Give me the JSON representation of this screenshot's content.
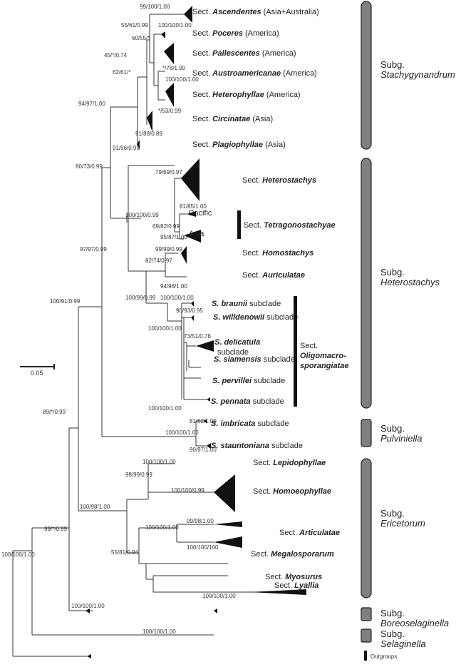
{
  "figure": {
    "type": "phylogenetic-tree",
    "scale_bar": {
      "label": "0.05"
    },
    "support_values": [
      "99/100/1.00",
      "100/100/1.00",
      "55/61/0.99",
      "60/55/*",
      "45/*/0.74",
      "*/78/1.00",
      "62/61/*",
      "100/100/1.00",
      "*/53/0.99",
      "94/97/1.00",
      "91/88/0.89",
      "91/96/0.99",
      "80/73/0.99",
      "79/69/0.97",
      "100/100/0.99",
      "81/85/1.00",
      "69/82/0.99",
      "95/87/1.00",
      "97/97/0.99",
      "99/99/0.99",
      "82/74/0.97",
      "100/100/1.00",
      "100/99/0.99",
      "94/96/1.00",
      "90/93/0.95",
      "100/100/1.00",
      "73/51/0.78",
      "100/100/1.00",
      "100/91/0.99",
      "81/82/1.00",
      "100/100/1.00",
      "90/97/1.00",
      "89/*/0.99",
      "100/100/1.00",
      "98/99/0.99",
      "100/100/0.99",
      "100/98/1.00",
      "99/98/1.00",
      "100/100/1.00",
      "100/100/100",
      "55/81/0.94",
      "100/100/1.00",
      "99/*/0.99",
      "100/100/1.00",
      "100/100/1.00",
      "100/100/1.00"
    ],
    "taxa": [
      {
        "prefix": "Sect.",
        "name": "Ascendentes",
        "suffix": "(Asia+Australia)"
      },
      {
        "prefix": "Sect.",
        "name": "Poceres",
        "suffix": "(America)"
      },
      {
        "prefix": "Sect.",
        "name": "Pallescentes",
        "suffix": "(America)"
      },
      {
        "prefix": "Sect.",
        "name": "Austroamericanae",
        "suffix": "(America)"
      },
      {
        "prefix": "Sect.",
        "name": "Heterophyllae",
        "suffix": "(America)"
      },
      {
        "prefix": "Sect.",
        "name": "Circinatae",
        "suffix": "(Asia)"
      },
      {
        "prefix": "Sect.",
        "name": "Plagiophyllae",
        "suffix": "(Asia)"
      },
      {
        "prefix": "Sect.",
        "name": "Heterostachys",
        "suffix": ""
      },
      {
        "prefix": "",
        "name": "Pacific",
        "suffix": "",
        "plain": true
      },
      {
        "prefix": "",
        "name": "Asia",
        "suffix": "",
        "plain": true
      },
      {
        "prefix": "Sect.",
        "name": "Homostachys",
        "suffix": ""
      },
      {
        "prefix": "Sect.",
        "name": "Auriculatae",
        "suffix": ""
      },
      {
        "prefix": "",
        "name": "S. braunii",
        "suffix": "subclade"
      },
      {
        "prefix": "",
        "name": "S. willdenowii",
        "suffix": "subclade"
      },
      {
        "prefix": "",
        "name": "S. delicatula",
        "suffix": "subclade"
      },
      {
        "prefix": "",
        "name": "S. siamensis",
        "suffix": "subclade"
      },
      {
        "prefix": "",
        "name": "S. pervillei",
        "suffix": "subclade"
      },
      {
        "prefix": "",
        "name": "S. pennata",
        "suffix": "subclade"
      },
      {
        "prefix": "",
        "name": "S. imbricata",
        "suffix": "subclade"
      },
      {
        "prefix": "",
        "name": "S. stauntoniana",
        "suffix": "subclade"
      },
      {
        "prefix": "Sect.",
        "name": "Lepidophyllae",
        "suffix": ""
      },
      {
        "prefix": "Sect.",
        "name": "Homoeophyllae",
        "suffix": ""
      },
      {
        "prefix": "Sect.",
        "name": "Articulatae",
        "suffix": ""
      },
      {
        "prefix": "Sect.",
        "name": "Megalosporarum",
        "suffix": ""
      },
      {
        "prefix": "Sect.",
        "name": "Myosurus",
        "suffix": ""
      },
      {
        "prefix": "Sect.",
        "name": "Lyallia",
        "suffix": ""
      }
    ],
    "sections_grouped": [
      {
        "prefix": "Sect.",
        "name": "Tetragonostachyae"
      },
      {
        "prefix": "Sect.",
        "name": "Oligomacro-",
        "name2": "sporangiatae"
      }
    ],
    "subgenera": [
      {
        "prefix": "Subg.",
        "name": "Stachygynandrum"
      },
      {
        "prefix": "Subg.",
        "name": "Heterostachys"
      },
      {
        "prefix": "Subg.",
        "name": "Pulviniella"
      },
      {
        "prefix": "Subg.",
        "name": "Ericetorum"
      },
      {
        "prefix": "Subg.",
        "name": "Boreoselaginella"
      },
      {
        "prefix": "Subg.",
        "name": "Selaginella"
      }
    ],
    "legend": {
      "outgroups_label": "Outgroups"
    },
    "colors": {
      "subgenus_bar": "#808080",
      "branch": "#333333",
      "clade": "#111111"
    }
  }
}
